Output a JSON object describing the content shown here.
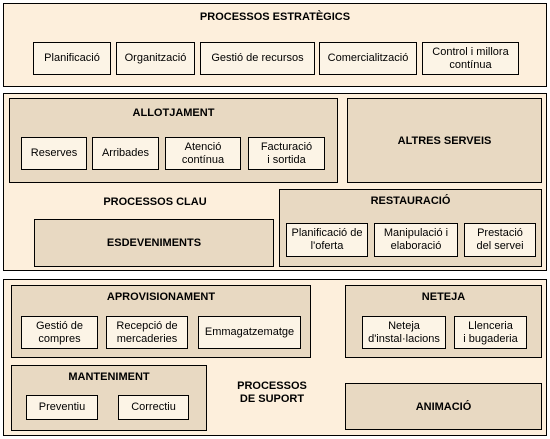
{
  "strategic": {
    "title": "PROCESSOS ESTRATÈGICS",
    "items": [
      "Planificació",
      "Organització",
      "Gestió de recursos",
      "Comercialització",
      "Control i millora\ncontínua"
    ]
  },
  "key": {
    "title": "PROCESSOS CLAU",
    "accommodation": {
      "title": "ALLOTJAMENT",
      "items": [
        "Reserves",
        "Arribades",
        "Atenció\ncontínua",
        "Facturació\ni sortida"
      ]
    },
    "other_services": "ALTRES SERVEIS",
    "events": "ESDEVENIMENTS",
    "restaurant": {
      "title": "RESTAURACIÓ",
      "items": [
        "Planificació de\nl'oferta",
        "Manipulació i\nelaboració",
        "Prestació\ndel servei"
      ]
    }
  },
  "support": {
    "title": "PROCESSOS\nDE SUPORT",
    "procurement": {
      "title": "APROVISIONAMENT",
      "items": [
        "Gestió de\ncompres",
        "Recepció de\nmercaderies",
        "Emmagatzematge"
      ]
    },
    "cleaning": {
      "title": "NETEJA",
      "items": [
        "Neteja\nd'instal·lacions",
        "Llenceria\ni bugaderia"
      ]
    },
    "maintenance": {
      "title": "MANTENIMENT",
      "items": [
        "Preventiu",
        "Correctiu"
      ]
    },
    "entertainment": "ANIMACIÓ"
  },
  "colors": {
    "outer_fill": "#fdefdc",
    "group_fill": "#e8d9c2",
    "leaf_fill": "#fcf4e6",
    "border": "#000000"
  }
}
